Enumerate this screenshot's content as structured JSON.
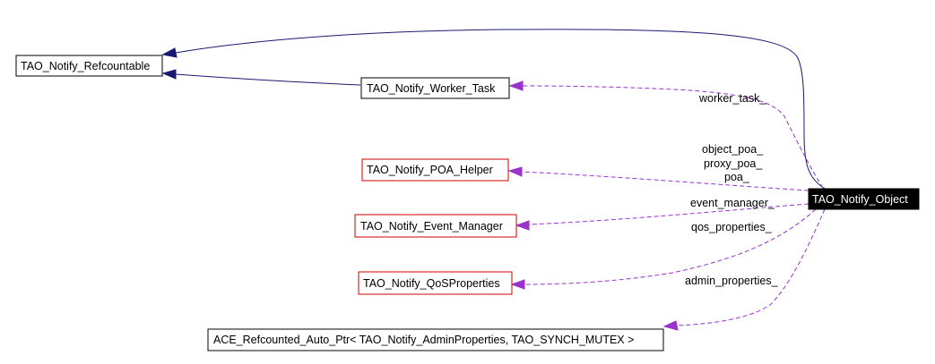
{
  "diagram": {
    "nodes": {
      "refcountable": "TAO_Notify_Refcountable",
      "worker_task": "TAO_Notify_Worker_Task",
      "poa_helper": "TAO_Notify_POA_Helper",
      "event_manager": "TAO_Notify_Event_Manager",
      "qos_properties": "TAO_Notify_QoSProperties",
      "admin_properties_ptr": "ACE_Refcounted_Auto_Ptr< TAO_Notify_AdminProperties, TAO_SYNCH_MUTEX >",
      "notify_object": "TAO_Notify_Object"
    },
    "edge_labels": {
      "worker_task": "worker_task_",
      "object_poa": "object_poa_",
      "proxy_poa": "proxy_poa_",
      "poa": "poa_",
      "event_manager": "event_manager_",
      "qos_properties": "qos_properties_",
      "admin_properties": "admin_properties_"
    },
    "colors": {
      "inheritance_edge": "#191970",
      "member_edge": "#9a32cd",
      "undocumented_border": "#d00000",
      "focus_fill": "#000000"
    }
  }
}
